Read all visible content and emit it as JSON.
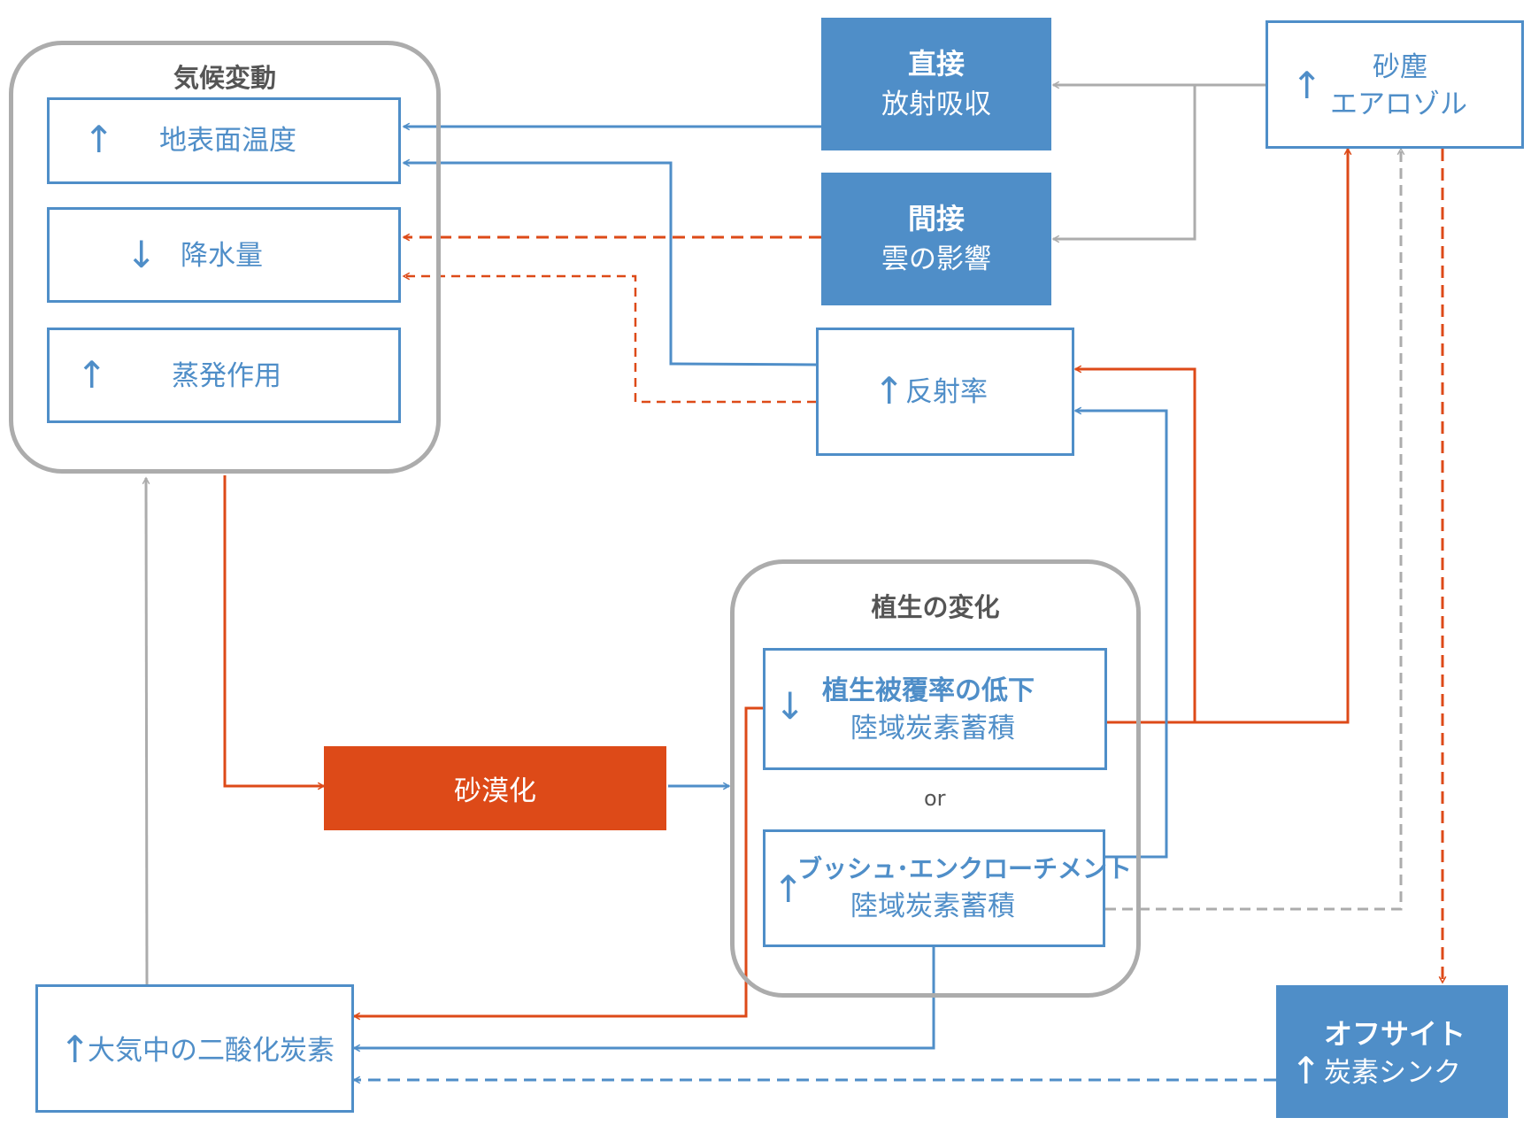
{
  "colors": {
    "blue": "#4f8ec8",
    "orange": "#dd4a18",
    "gray": "#acacac",
    "text_gray": "#555555"
  },
  "climate": {
    "title": "気候変動",
    "surface_temp": {
      "arrow": "↑",
      "label": "地表面温度"
    },
    "precipitation": {
      "arrow": "↓",
      "label": "降水量"
    },
    "evaporation": {
      "arrow": "↑",
      "label": "蒸発作用"
    }
  },
  "direct": {
    "title": "直接",
    "label": "放射吸収"
  },
  "indirect": {
    "title": "間接",
    "label": "雲の影響"
  },
  "aerosol": {
    "arrow": "↑",
    "line1": "砂塵",
    "line2": "エアロゾル"
  },
  "albedo": {
    "arrow": "↑",
    "label": "反射率"
  },
  "vegetation": {
    "title": "植生の変化",
    "cover_loss": {
      "arrow": "↓",
      "line1": "植生被覆率の低下",
      "line2": "陸域炭素蓄積"
    },
    "or_label": "or",
    "bush": {
      "arrow": "↑",
      "line1": "ブッシュ･エンクローチメント",
      "line2": "陸域炭素蓄積"
    }
  },
  "desertification": {
    "label": "砂漠化"
  },
  "co2": {
    "arrow": "↑",
    "label": "大気中の二酸化炭素"
  },
  "offsite": {
    "title": "オフサイト",
    "arrow": "↑",
    "label": "炭素シンク"
  }
}
